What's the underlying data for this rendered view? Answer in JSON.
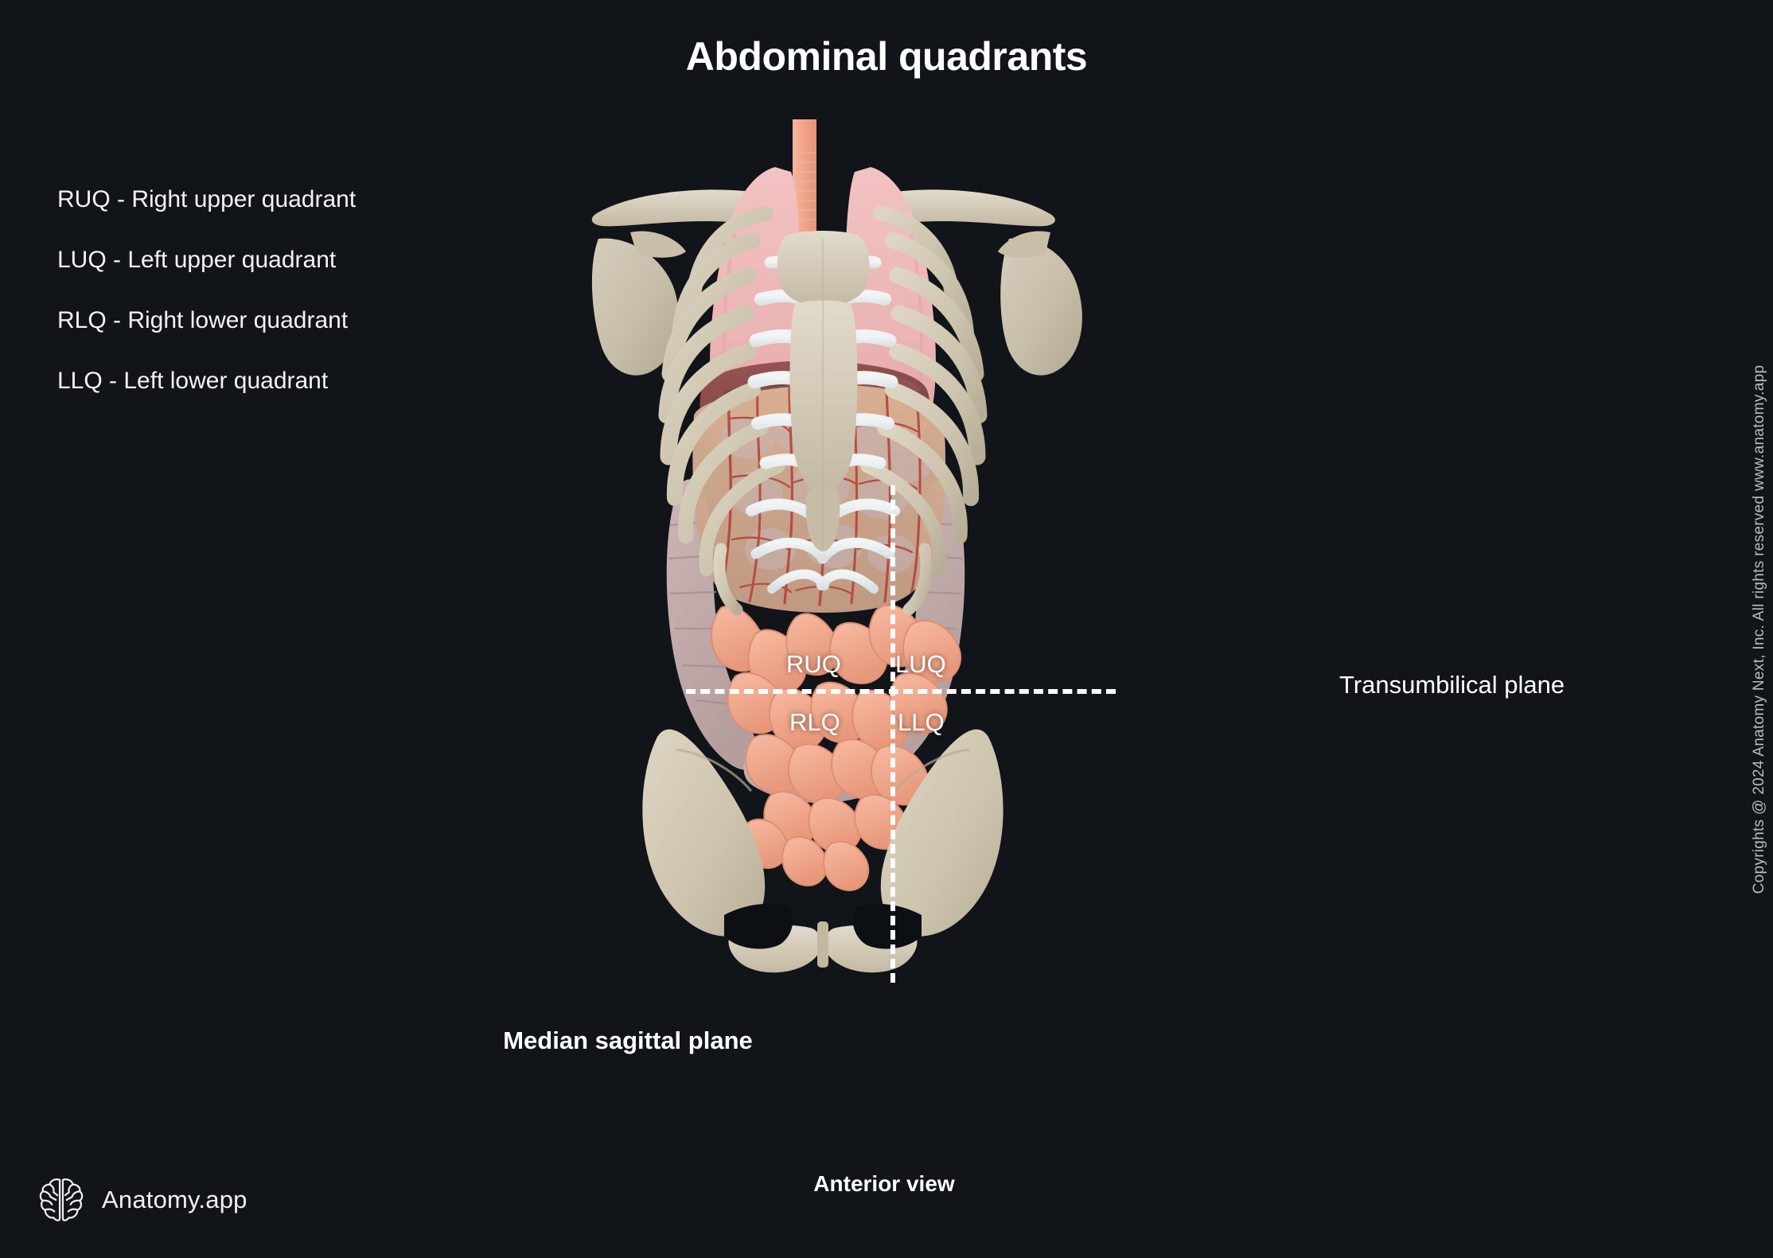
{
  "page": {
    "title": "Abdominal quadrants",
    "background_color": "#111419",
    "text_color": "#ffffff"
  },
  "legend": {
    "items": [
      {
        "abbr": "RUQ",
        "dash": "-",
        "text": "Right upper quadrant",
        "full": "RUQ - Right upper quadrant"
      },
      {
        "abbr": "LUQ",
        "dash": "-",
        "text": "Left upper quadrant",
        "full": "LUQ - Left upper quadrant"
      },
      {
        "abbr": "RLQ",
        "dash": "-",
        "text": "Right lower quadrant",
        "full": "RLQ - Right lower quadrant"
      },
      {
        "abbr": "LLQ",
        "dash": "-",
        "text": "Left lower quadrant",
        "full": "LLQ - Left lower quadrant"
      }
    ]
  },
  "quadrant_labels": {
    "ruq": "RUQ",
    "luq": "LUQ",
    "rlq": "RLQ",
    "llq": "LLQ"
  },
  "plane_labels": {
    "transumbilical": "Transumbilical plane",
    "median_sagittal": "Median sagittal plane"
  },
  "view_label": "Anterior view",
  "brand": {
    "name": "Anatomy.app",
    "icon": "brain-icon"
  },
  "copyright": "Copyrights @ 2024 Anatomy Next, Inc. All rights reserved www.anatomy.app",
  "figure": {
    "structures": [
      "trachea",
      "clavicle",
      "scapula",
      "sternum",
      "rib-cage",
      "costal-cartilage",
      "lungs",
      "liver",
      "greater-omentum",
      "small-intestine",
      "large-intestine",
      "pelvis"
    ],
    "colors": {
      "bone": "#cfc6b2",
      "cartilage": "#e3e9ea",
      "lung": "#eeb7b7",
      "liver": "#8a4c4c",
      "omentum": "#d7a98b",
      "intestine": "#f0a98e",
      "colon": "#c6aeae",
      "trachea": "#f2a98e",
      "vessel": "#b4463c"
    }
  }
}
